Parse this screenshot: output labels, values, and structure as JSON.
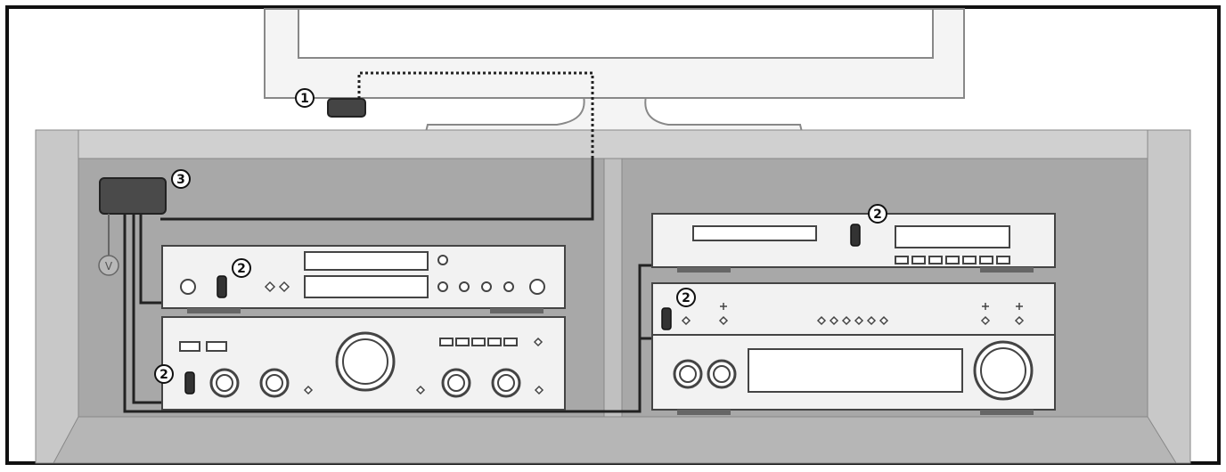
{
  "callouts": {
    "ir_sensor": "1",
    "repeater_1": "2",
    "repeater_2": "2",
    "repeater_3": "2",
    "repeater_4": "2",
    "hub": "3"
  },
  "labels": {
    "power_symbol": "V"
  },
  "colors": {
    "frame": "#111111",
    "cabinet": "#a8a8a8",
    "cabinet_inner": "#9a9a9a",
    "cabinet_light": "#d8d8d8",
    "device": "#f0f0f0",
    "device_stroke": "#444444",
    "hub": "#4a4a4a",
    "cable": "#222222"
  }
}
